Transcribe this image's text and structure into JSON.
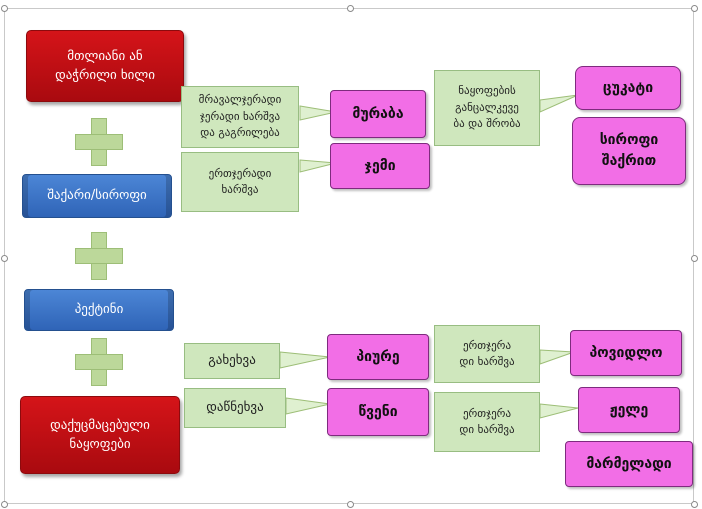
{
  "left_column": {
    "top_red": "მთლიანი ან\nდაჭრილი ხილი",
    "sugar": "შაქარი/სიროფი",
    "pectin": "პექტინი",
    "bottom_red": "დაქუცმაცებული\nნაყოფები"
  },
  "process_labels": {
    "multi_cook": "მრავალჯერადი\nჯერადი ხარშვა\nდა გაგრილება",
    "single_cook": "ერთჯერადი\nხარშვა",
    "grinding": "გახეხვა",
    "pressing": "დაწნეხვა",
    "separation": "ნაყოფების\nგანცალკევე\nბა და შრობა",
    "once_cook_1": "ერთჯერა\nდი ხარშვა",
    "once_cook_2": "ერთჯერა\nდი ხარშვა"
  },
  "products": {
    "muraba": "მურაბა",
    "jemi": "ჯემი",
    "piure": "პიურე",
    "tsveni": "წვენი",
    "tsukati": "ცუკატი",
    "syrup_sugar": "სიროფი\nშაქრით",
    "povidlo": "პოვიდლო",
    "jele": "ჟელე",
    "marmeladi": "მარმელადი"
  },
  "colors": {
    "red": "#c40f14",
    "blue": "#3a72c6",
    "green": "#cfe7bd",
    "pink": "#f26ee6",
    "plus": "#bcd89a"
  }
}
